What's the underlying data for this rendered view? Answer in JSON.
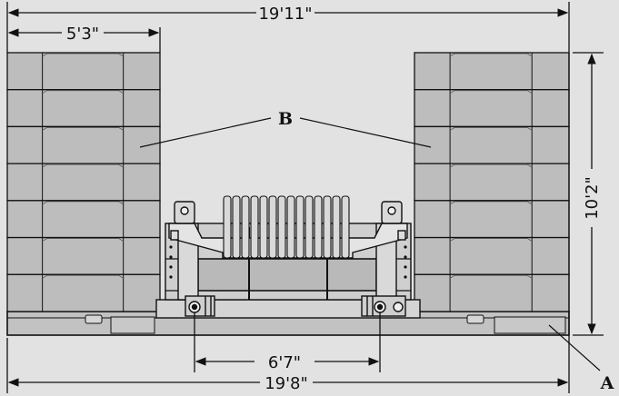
{
  "dimensions": {
    "overall_top": "19'11\"",
    "counterweight_width": "5'3\"",
    "overall_bottom": "19'8\"",
    "inner_span": "6'7\"",
    "height": "10'2\""
  },
  "callouts": {
    "b_label": "B",
    "a_label": "A"
  },
  "colors": {
    "background": "#e2e2e2",
    "block_fill": "#bdbdbd",
    "line": "#111111"
  }
}
